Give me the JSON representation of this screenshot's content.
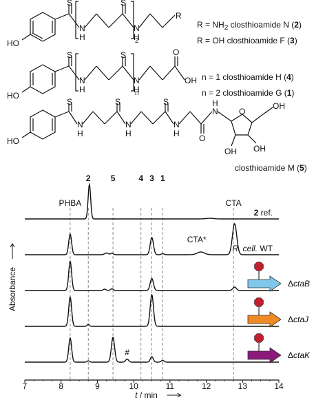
{
  "structures": {
    "s1": {
      "atom_S1": "S",
      "atom_S2": "S",
      "atom_NH1": "N",
      "atom_NH1b": "H",
      "atom_NH2": "N",
      "atom_NH2b": "H",
      "atom_R": "R",
      "atom_HO": "HO",
      "subscript": "2",
      "caption1_pre": "R = NH",
      "caption1_sub": "2",
      "caption1_post": "  closthioamide N (",
      "caption1_num": "2",
      "caption1_close": ")",
      "caption2_pre": "R = OH  closthioamide F (",
      "caption2_num": "3",
      "caption2_close": ")"
    },
    "s2": {
      "atom_S1": "S",
      "atom_S2": "S",
      "atom_NH1": "N",
      "atom_NH1b": "H",
      "atom_NH2": "N",
      "atom_NH2b": "H",
      "atom_O": "O",
      "atom_OH": "OH",
      "atom_HO": "HO",
      "subscript": "n",
      "caption1_pre": "n = 1  closthioamide H (",
      "caption1_num": "4",
      "caption1_close": ")",
      "caption2_pre": "n = 2  closthioamide G (",
      "caption2_num": "1",
      "caption2_close": ")"
    },
    "s3": {
      "atom_S1": "S",
      "atom_S2": "S",
      "atom_S3": "S",
      "atom_N1": "N",
      "atom_H1": "H",
      "atom_N2": "N",
      "atom_H2": "H",
      "atom_N3": "N",
      "atom_H3": "H",
      "atom_N4": "N",
      "atom_H4": "H",
      "atom_O1": "O",
      "atom_O2": "O",
      "atom_OH1": "OH",
      "atom_OH2": "OH",
      "atom_OH3": "OH",
      "atom_HO": "HO",
      "caption_pre": "closthioamide M (",
      "caption_num": "5",
      "caption_close": ")"
    }
  },
  "chart_data": {
    "type": "line",
    "xlabel_italic": "t",
    "xlabel_rest": " / min",
    "ylabel": "Absorbance",
    "xlim": [
      7,
      14
    ],
    "x_ticks": [
      "7",
      "8",
      "9",
      "10",
      "11",
      "12",
      "13",
      "14"
    ],
    "reference_lines": [
      {
        "x": 8.25,
        "label": "PHBA",
        "bold": false
      },
      {
        "x": 8.75,
        "label": "2",
        "bold": true
      },
      {
        "x": 9.43,
        "label": "5",
        "bold": true
      },
      {
        "x": 10.2,
        "label": "4",
        "bold": true
      },
      {
        "x": 10.5,
        "label": "3",
        "bold": true
      },
      {
        "x": 10.8,
        "label": "1",
        "bold": true
      },
      {
        "x": 12.75,
        "label": "CTA",
        "bold": false
      }
    ],
    "series": [
      {
        "name_bold": "2",
        "name_rest": " ref.",
        "peaks": [
          {
            "x": 8.78,
            "h": 1.0,
            "w": 0.035
          },
          {
            "x": 12.1,
            "h": 0.02,
            "w": 0.1
          }
        ]
      },
      {
        "name_italic": "R. cell.",
        "name_rest": " WT",
        "peaks": [
          {
            "x": 8.25,
            "h": 0.6,
            "w": 0.04
          },
          {
            "x": 9.25,
            "h": 0.05,
            "w": 0.05
          },
          {
            "x": 9.4,
            "h": 0.04,
            "w": 0.04
          },
          {
            "x": 10.5,
            "h": 0.5,
            "w": 0.045
          },
          {
            "x": 10.8,
            "h": 0.03,
            "w": 0.04
          },
          {
            "x": 11.85,
            "h": 0.08,
            "w": 0.1
          },
          {
            "x": 12.78,
            "h": 0.9,
            "w": 0.06
          }
        ]
      },
      {
        "gene_prefix": "Δ",
        "gene_name": "ctaB",
        "peaks": [
          {
            "x": 8.25,
            "h": 0.85,
            "w": 0.04
          },
          {
            "x": 9.2,
            "h": 0.04,
            "w": 0.04
          },
          {
            "x": 9.4,
            "h": 0.05,
            "w": 0.04
          },
          {
            "x": 10.5,
            "h": 0.35,
            "w": 0.045
          },
          {
            "x": 12.78,
            "h": 0.1,
            "w": 0.05
          }
        ]
      },
      {
        "gene_prefix": "Δ",
        "gene_name": "ctaJ",
        "peaks": [
          {
            "x": 8.25,
            "h": 0.85,
            "w": 0.04
          },
          {
            "x": 8.75,
            "h": 0.06,
            "w": 0.03
          },
          {
            "x": 10.5,
            "h": 0.92,
            "w": 0.045
          }
        ]
      },
      {
        "gene_prefix": "Δ",
        "gene_name": "ctaK",
        "peaks": [
          {
            "x": 8.25,
            "h": 0.7,
            "w": 0.04
          },
          {
            "x": 8.75,
            "h": 0.04,
            "w": 0.03
          },
          {
            "x": 9.43,
            "h": 0.72,
            "w": 0.045
          },
          {
            "x": 9.82,
            "h": 0.09,
            "w": 0.04
          },
          {
            "x": 10.5,
            "h": 0.16,
            "w": 0.04
          },
          {
            "x": 10.8,
            "h": 0.05,
            "w": 0.04
          }
        ]
      }
    ],
    "annotations": [
      {
        "text": "CTA*",
        "x": 11.85,
        "color": "#e02020"
      },
      {
        "text": "#",
        "x": 9.82,
        "color": "#e02020"
      }
    ],
    "colors": {
      "gene_ctaB": "#7fc8ec",
      "gene_ctaJ": "#f08a24",
      "gene_ctaK": "#8b1a7a",
      "knockout": "#c0202f",
      "annotation": "#e02020",
      "refline": "#888888"
    }
  }
}
